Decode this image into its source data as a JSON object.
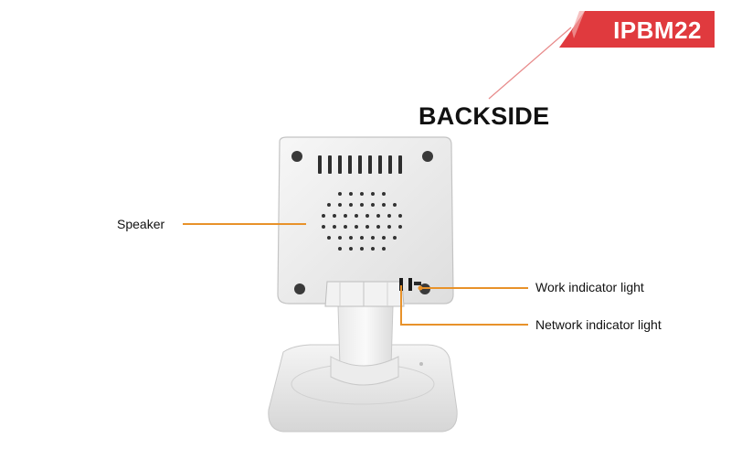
{
  "badge": {
    "text": "IPBM22",
    "color": "#e03a3e"
  },
  "title": "BACKSIDE",
  "callouts": {
    "speaker": "Speaker",
    "work_light": "Work indicator light",
    "network_light": "Network indicator light"
  },
  "colors": {
    "leader": "#e8922a",
    "accent": "#e03a3e"
  }
}
